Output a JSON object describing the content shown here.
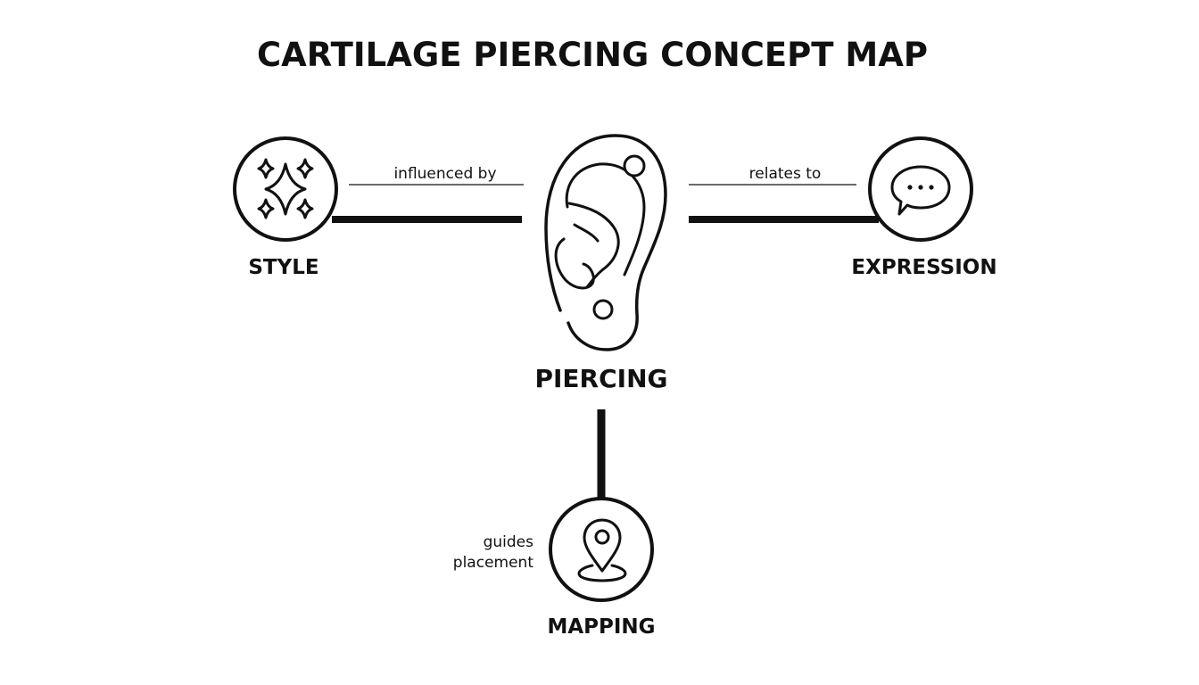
{
  "title": "CARTILAGE PIERCING CONCEPT MAP",
  "colors": {
    "ink": "#111111",
    "background": "#ffffff"
  },
  "nodes": {
    "center": {
      "label": "PIERCING",
      "icon": "ear-icon"
    },
    "style": {
      "label": "STYLE",
      "icon": "sparkles-icon"
    },
    "expression": {
      "label": "EXPRESSION",
      "icon": "speech-bubble-icon"
    },
    "mapping": {
      "label": "MAPPING",
      "icon": "location-pin-icon"
    }
  },
  "edges": {
    "style_to_center": {
      "label": "influenced by"
    },
    "center_to_expression": {
      "label": "relates to"
    },
    "center_to_mapping": {
      "label_line1": "guides",
      "label_line2": "placement"
    }
  }
}
